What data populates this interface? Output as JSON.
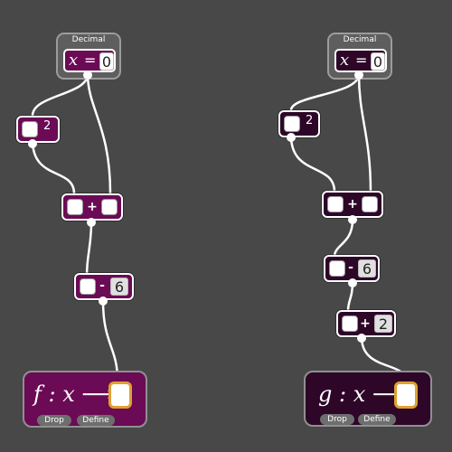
{
  "panels": [
    {
      "id": "left",
      "accent": "#6b0a55",
      "decimal": {
        "label": "Decimal",
        "var": "x",
        "eq": "=",
        "value": "0"
      },
      "power": {
        "exponent": "2"
      },
      "add": {
        "op": "+"
      },
      "subtract": {
        "op": "-",
        "constant": "6"
      },
      "function": {
        "title": "f : x ⟶",
        "drop_label": "Drop",
        "define_label": "Define"
      }
    },
    {
      "id": "right",
      "accent": "#2d0628",
      "decimal": {
        "label": "Decimal",
        "var": "x",
        "eq": "=",
        "value": "0"
      },
      "power": {
        "exponent": "2"
      },
      "add": {
        "op": "+"
      },
      "subtract": {
        "op": "-",
        "constant": "6"
      },
      "add_const": {
        "op": "+",
        "constant": "2"
      },
      "function": {
        "title": "g : x ⟶",
        "drop_label": "Drop",
        "define_label": "Define"
      }
    }
  ],
  "colors": {
    "background": "#484848",
    "wire": "#ffffff",
    "output_slot_border": "#e0a030"
  }
}
